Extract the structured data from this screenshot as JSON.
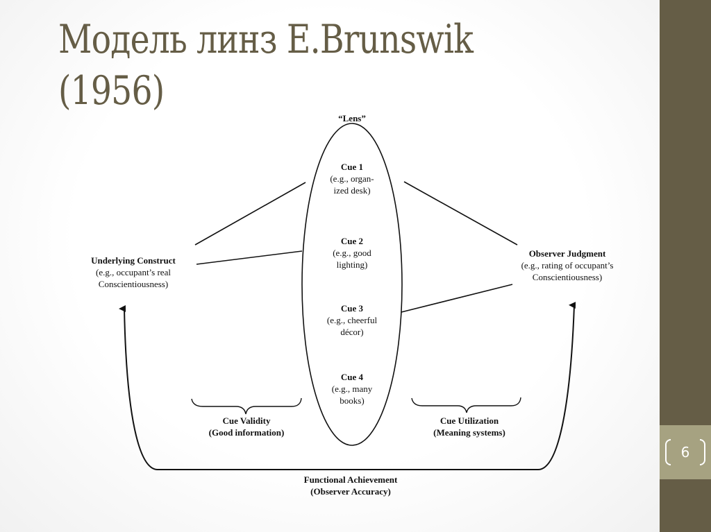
{
  "slide": {
    "title_line1": "Модель линз E.Brunswik",
    "title_line2": "(1956)",
    "page_number": "6",
    "colors": {
      "title": "#655d46",
      "sidebar": "#655d46",
      "page_box": "#a6a281",
      "diagram_ink": "#111111"
    }
  },
  "diagram": {
    "lens_label": "“Lens”",
    "cues": [
      {
        "title": "Cue 1",
        "line1": "(e.g., organ-",
        "line2": "ized desk)"
      },
      {
        "title": "Cue 2",
        "line1": "(e.g., good",
        "line2": "lighting)"
      },
      {
        "title": "Cue 3",
        "line1": "(e.g., cheerful",
        "line2": "décor)"
      },
      {
        "title": "Cue 4",
        "line1": "(e.g., many",
        "line2": "books)"
      }
    ],
    "construct": {
      "title": "Underlying Construct",
      "line1": "(e.g., occupant’s real",
      "line2": "Conscientiousness)"
    },
    "judgment": {
      "title": "Observer Judgment",
      "line1": "(e.g., rating of occupant’s",
      "line2": "Conscientiousness)"
    },
    "cue_validity": {
      "title": "Cue Validity",
      "subtitle": "(Good information)"
    },
    "cue_utilization": {
      "title": "Cue Utilization",
      "subtitle": "(Meaning systems)"
    },
    "achievement": {
      "title": "Functional Achievement",
      "subtitle": "(Observer Accuracy)"
    }
  }
}
